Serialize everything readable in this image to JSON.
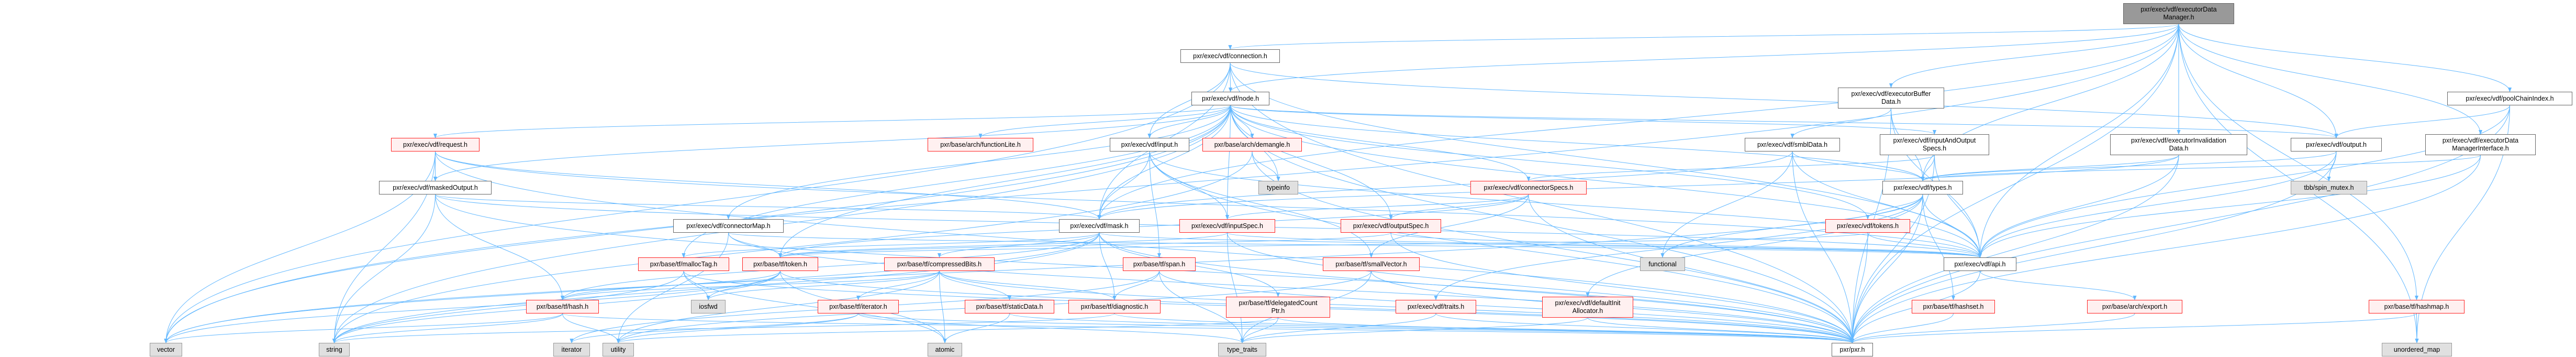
{
  "title": "pxr/exec/vdf/executorDataManager.h",
  "colors": {
    "edge": "#63b8ff",
    "red_fill": "#fff0f0",
    "red_border": "#ff2222",
    "gray_fill": "#e0e0e0",
    "root_fill": "#999999"
  },
  "nodes": [
    {
      "id": "executorDataManager",
      "label": "pxr/exec/vdf/executorData\nManager.h",
      "kind": "root"
    },
    {
      "id": "connection",
      "label": "pxr/exec/vdf/connection.h",
      "kind": "white"
    },
    {
      "id": "node",
      "label": "pxr/exec/vdf/node.h",
      "kind": "white"
    },
    {
      "id": "executorBufferData",
      "label": "pxr/exec/vdf/executorBuffer\nData.h",
      "kind": "white"
    },
    {
      "id": "poolChainIndex",
      "label": "pxr/exec/vdf/poolChainIndex.h",
      "kind": "white"
    },
    {
      "id": "request",
      "label": "pxr/exec/vdf/request.h",
      "kind": "red"
    },
    {
      "id": "functionLite",
      "label": "pxr/base/arch/functionLite.h",
      "kind": "red"
    },
    {
      "id": "input",
      "label": "pxr/exec/vdf/input.h",
      "kind": "white"
    },
    {
      "id": "demangle",
      "label": "pxr/base/arch/demangle.h",
      "kind": "red"
    },
    {
      "id": "smblData",
      "label": "pxr/exec/vdf/smblData.h",
      "kind": "white"
    },
    {
      "id": "inputAndOutputSpecs",
      "label": "pxr/exec/vdf/inputAndOutput\nSpecs.h",
      "kind": "white"
    },
    {
      "id": "executorInvalidationData",
      "label": "pxr/exec/vdf/executorInvalidation\nData.h",
      "kind": "white"
    },
    {
      "id": "output",
      "label": "pxr/exec/vdf/output.h",
      "kind": "white"
    },
    {
      "id": "executorDataManagerInterface",
      "label": "pxr/exec/vdf/executorData\nManagerInterface.h",
      "kind": "white"
    },
    {
      "id": "maskedOutput",
      "label": "pxr/exec/vdf/maskedOutput.h",
      "kind": "white"
    },
    {
      "id": "typeinfo",
      "label": "typeinfo",
      "kind": "gray"
    },
    {
      "id": "connectorSpecs",
      "label": "pxr/exec/vdf/connectorSpecs.h",
      "kind": "red"
    },
    {
      "id": "types",
      "label": "pxr/exec/vdf/types.h",
      "kind": "white"
    },
    {
      "id": "spinMutex",
      "label": "tbb/spin_mutex.h",
      "kind": "gray"
    },
    {
      "id": "connectorMap",
      "label": "pxr/exec/vdf/connectorMap.h",
      "kind": "white"
    },
    {
      "id": "mask",
      "label": "pxr/exec/vdf/mask.h",
      "kind": "white"
    },
    {
      "id": "inputSpec",
      "label": "pxr/exec/vdf/inputSpec.h",
      "kind": "red"
    },
    {
      "id": "outputSpec",
      "label": "pxr/exec/vdf/outputSpec.h",
      "kind": "red"
    },
    {
      "id": "tokens",
      "label": "pxr/exec/vdf/tokens.h",
      "kind": "red"
    },
    {
      "id": "mallocTag",
      "label": "pxr/base/tf/mallocTag.h",
      "kind": "red"
    },
    {
      "id": "token",
      "label": "pxr/base/tf/token.h",
      "kind": "red"
    },
    {
      "id": "compressedBits",
      "label": "pxr/base/tf/compressedBits.h",
      "kind": "red"
    },
    {
      "id": "span",
      "label": "pxr/base/tf/span.h",
      "kind": "red"
    },
    {
      "id": "smallVector",
      "label": "pxr/base/tf/smallVector.h",
      "kind": "red"
    },
    {
      "id": "functional",
      "label": "functional",
      "kind": "gray"
    },
    {
      "id": "api",
      "label": "pxr/exec/vdf/api.h",
      "kind": "white"
    },
    {
      "id": "hash",
      "label": "pxr/base/tf/hash.h",
      "kind": "red"
    },
    {
      "id": "iosfwd",
      "label": "iosfwd",
      "kind": "gray"
    },
    {
      "id": "iteratorH",
      "label": "pxr/base/tf/iterator.h",
      "kind": "red"
    },
    {
      "id": "staticData",
      "label": "pxr/base/tf/staticData.h",
      "kind": "red"
    },
    {
      "id": "diagnostic",
      "label": "pxr/base/tf/diagnostic.h",
      "kind": "red"
    },
    {
      "id": "delegatedCountPtr",
      "label": "pxr/base/tf/delegatedCount\nPtr.h",
      "kind": "red"
    },
    {
      "id": "traits",
      "label": "pxr/exec/vdf/traits.h",
      "kind": "red"
    },
    {
      "id": "defaultInitAllocator",
      "label": "pxr/exec/vdf/defaultInit\nAllocator.h",
      "kind": "red"
    },
    {
      "id": "hashset",
      "label": "pxr/base/tf/hashset.h",
      "kind": "red"
    },
    {
      "id": "export",
      "label": "pxr/base/arch/export.h",
      "kind": "red"
    },
    {
      "id": "hashmap",
      "label": "pxr/base/tf/hashmap.h",
      "kind": "red"
    },
    {
      "id": "vector",
      "label": "vector",
      "kind": "gray"
    },
    {
      "id": "string",
      "label": "string",
      "kind": "gray"
    },
    {
      "id": "iterator",
      "label": "iterator",
      "kind": "gray"
    },
    {
      "id": "utility",
      "label": "utility",
      "kind": "gray"
    },
    {
      "id": "atomic",
      "label": "atomic",
      "kind": "gray"
    },
    {
      "id": "type_traits",
      "label": "type_traits",
      "kind": "gray"
    },
    {
      "id": "pxr",
      "label": "pxr/pxr.h",
      "kind": "white"
    },
    {
      "id": "unordered_map",
      "label": "unordered_map",
      "kind": "gray"
    }
  ],
  "edges": [
    [
      "executorDataManager",
      "connection"
    ],
    [
      "executorDataManager",
      "node"
    ],
    [
      "executorDataManager",
      "executorBufferData"
    ],
    [
      "executorDataManager",
      "executorInvalidationData"
    ],
    [
      "executorDataManager",
      "output"
    ],
    [
      "executorDataManager",
      "executorDataManagerInterface"
    ],
    [
      "executorDataManager",
      "poolChainIndex"
    ],
    [
      "executorDataManager",
      "types"
    ],
    [
      "executorDataManager",
      "mask"
    ],
    [
      "executorDataManager",
      "api"
    ],
    [
      "executorDataManager",
      "hashmap"
    ],
    [
      "executorDataManager",
      "pxr"
    ],
    [
      "executorDataManager",
      "unordered_map"
    ],
    [
      "executorDataManager",
      "vector"
    ],
    [
      "connection",
      "node"
    ],
    [
      "connection",
      "input"
    ],
    [
      "connection",
      "mask"
    ],
    [
      "connection",
      "output"
    ],
    [
      "connection",
      "api"
    ],
    [
      "connection",
      "pxr"
    ],
    [
      "connection",
      "vector"
    ],
    [
      "node",
      "input"
    ],
    [
      "node",
      "demangle"
    ],
    [
      "node",
      "functionLite"
    ],
    [
      "node",
      "request"
    ],
    [
      "node",
      "maskedOutput"
    ],
    [
      "node",
      "connectorMap"
    ],
    [
      "node",
      "mask"
    ],
    [
      "node",
      "inputSpec"
    ],
    [
      "node",
      "outputSpec"
    ],
    [
      "node",
      "connectorSpecs"
    ],
    [
      "node",
      "types"
    ],
    [
      "node",
      "output"
    ],
    [
      "node",
      "inputAndOutputSpecs"
    ],
    [
      "node",
      "tokens"
    ],
    [
      "node",
      "mallocTag"
    ],
    [
      "node",
      "token"
    ],
    [
      "node",
      "typeinfo"
    ],
    [
      "node",
      "api"
    ],
    [
      "node",
      "pxr"
    ],
    [
      "node",
      "vector"
    ],
    [
      "node",
      "string"
    ],
    [
      "executorBufferData",
      "smblData"
    ],
    [
      "executorBufferData",
      "types"
    ],
    [
      "executorBufferData",
      "api"
    ],
    [
      "executorBufferData",
      "pxr"
    ],
    [
      "poolChainIndex",
      "output"
    ],
    [
      "poolChainIndex",
      "api"
    ],
    [
      "poolChainIndex",
      "pxr"
    ],
    [
      "poolChainIndex",
      "unordered_map"
    ],
    [
      "request",
      "maskedOutput"
    ],
    [
      "request",
      "mask"
    ],
    [
      "request",
      "api"
    ],
    [
      "request",
      "pxr"
    ],
    [
      "request",
      "vector"
    ],
    [
      "request",
      "string"
    ],
    [
      "input",
      "mask"
    ],
    [
      "input",
      "inputSpec"
    ],
    [
      "input",
      "span"
    ],
    [
      "input",
      "smallVector"
    ],
    [
      "input",
      "api"
    ],
    [
      "input",
      "pxr"
    ],
    [
      "demangle",
      "typeinfo"
    ],
    [
      "demangle",
      "string"
    ],
    [
      "demangle",
      "pxr"
    ],
    [
      "smblData",
      "types"
    ],
    [
      "smblData",
      "mask"
    ],
    [
      "smblData",
      "api"
    ],
    [
      "smblData",
      "pxr"
    ],
    [
      "smblData",
      "functional"
    ],
    [
      "inputAndOutputSpecs",
      "types"
    ],
    [
      "inputAndOutputSpecs",
      "connectorSpecs"
    ],
    [
      "inputAndOutputSpecs",
      "api"
    ],
    [
      "inputAndOutputSpecs",
      "pxr"
    ],
    [
      "executorInvalidationData",
      "types"
    ],
    [
      "executorInvalidationData",
      "mask"
    ],
    [
      "executorInvalidationData",
      "api"
    ],
    [
      "executorInvalidationData",
      "pxr"
    ],
    [
      "output",
      "spinMutex"
    ],
    [
      "output",
      "types"
    ],
    [
      "output",
      "api"
    ],
    [
      "output",
      "pxr"
    ],
    [
      "executorDataManagerInterface",
      "types"
    ],
    [
      "executorDataManagerInterface",
      "api"
    ],
    [
      "executorDataManagerInterface",
      "pxr"
    ],
    [
      "maskedOutput",
      "mask"
    ],
    [
      "maskedOutput",
      "hash"
    ],
    [
      "maskedOutput",
      "api"
    ],
    [
      "maskedOutput",
      "pxr"
    ],
    [
      "maskedOutput",
      "string"
    ],
    [
      "connectorSpecs",
      "inputSpec"
    ],
    [
      "connectorSpecs",
      "outputSpec"
    ],
    [
      "connectorSpecs",
      "smallVector"
    ],
    [
      "connectorSpecs",
      "token"
    ],
    [
      "connectorSpecs",
      "pxr"
    ],
    [
      "types",
      "api"
    ],
    [
      "types",
      "tokens"
    ],
    [
      "types",
      "defaultInitAllocator"
    ],
    [
      "types",
      "functional"
    ],
    [
      "types",
      "hashset"
    ],
    [
      "types",
      "traits"
    ],
    [
      "types",
      "pxr"
    ],
    [
      "types",
      "vector"
    ],
    [
      "connectorMap",
      "token"
    ],
    [
      "connectorMap",
      "api"
    ],
    [
      "connectorMap",
      "pxr"
    ],
    [
      "connectorMap",
      "utility"
    ],
    [
      "mask",
      "compressedBits"
    ],
    [
      "mask",
      "diagnostic"
    ],
    [
      "mask",
      "delegatedCountPtr"
    ],
    [
      "mask",
      "hash"
    ],
    [
      "mask",
      "mallocTag"
    ],
    [
      "mask",
      "api"
    ],
    [
      "mask",
      "pxr"
    ],
    [
      "mask",
      "string"
    ],
    [
      "mask",
      "vector"
    ],
    [
      "inputSpec",
      "token"
    ],
    [
      "inputSpec",
      "api"
    ],
    [
      "inputSpec",
      "pxr"
    ],
    [
      "inputSpec",
      "type_traits"
    ],
    [
      "outputSpec",
      "token"
    ],
    [
      "outputSpec",
      "api"
    ],
    [
      "outputSpec",
      "pxr"
    ],
    [
      "tokens",
      "token"
    ],
    [
      "tokens",
      "api"
    ],
    [
      "tokens",
      "pxr"
    ],
    [
      "mallocTag",
      "iosfwd"
    ],
    [
      "mallocTag",
      "atomic"
    ],
    [
      "mallocTag",
      "string"
    ],
    [
      "mallocTag",
      "pxr"
    ],
    [
      "token",
      "hash"
    ],
    [
      "token",
      "iosfwd"
    ],
    [
      "token",
      "string"
    ],
    [
      "token",
      "vector"
    ],
    [
      "token",
      "atomic"
    ],
    [
      "token",
      "pxr"
    ],
    [
      "compressedBits",
      "iteratorH"
    ],
    [
      "compressedBits",
      "staticData"
    ],
    [
      "compressedBits",
      "hash"
    ],
    [
      "compressedBits",
      "diagnostic"
    ],
    [
      "compressedBits",
      "atomic"
    ],
    [
      "compressedBits",
      "iosfwd"
    ],
    [
      "compressedBits",
      "utility"
    ],
    [
      "compressedBits",
      "pxr"
    ],
    [
      "span",
      "diagnostic"
    ],
    [
      "span",
      "type_traits"
    ],
    [
      "span",
      "iterator"
    ],
    [
      "span",
      "pxr"
    ],
    [
      "smallVector",
      "type_traits"
    ],
    [
      "smallVector",
      "utility"
    ],
    [
      "smallVector",
      "pxr"
    ],
    [
      "api",
      "export"
    ],
    [
      "api",
      "pxr"
    ],
    [
      "hash",
      "utility"
    ],
    [
      "hash",
      "string"
    ],
    [
      "hash",
      "vector"
    ],
    [
      "hash",
      "pxr"
    ],
    [
      "iteratorH",
      "iterator"
    ],
    [
      "iteratorH",
      "utility"
    ],
    [
      "iteratorH",
      "type_traits"
    ],
    [
      "iteratorH",
      "pxr"
    ],
    [
      "staticData",
      "atomic"
    ],
    [
      "staticData",
      "pxr"
    ],
    [
      "diagnostic",
      "string"
    ],
    [
      "diagnostic",
      "pxr"
    ],
    [
      "delegatedCountPtr",
      "type_traits"
    ],
    [
      "delegatedCountPtr",
      "utility"
    ],
    [
      "delegatedCountPtr",
      "pxr"
    ],
    [
      "traits",
      "type_traits"
    ],
    [
      "traits",
      "pxr"
    ],
    [
      "defaultInitAllocator",
      "type_traits"
    ],
    [
      "defaultInitAllocator",
      "pxr"
    ],
    [
      "hashset",
      "pxr"
    ],
    [
      "export",
      "pxr"
    ],
    [
      "hashmap",
      "unordered_map"
    ],
    [
      "hashmap",
      "pxr"
    ]
  ]
}
